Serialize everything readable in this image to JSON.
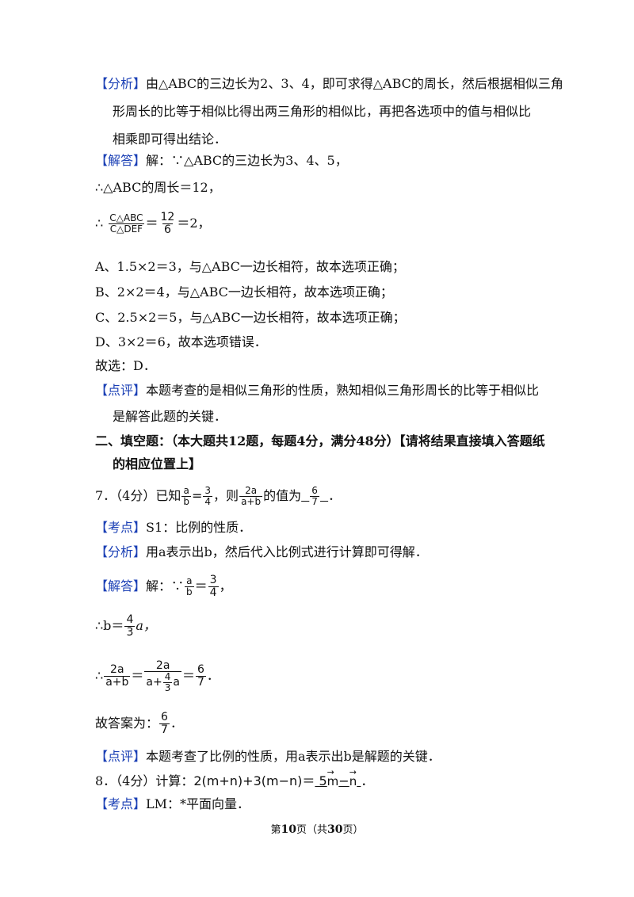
{
  "lines": {
    "l1_tag": "【分析】",
    "l1_text": "由△ABC的三边长为2、3、4，即可求得△ABC的周长，然后根据相似三角",
    "l2_text": "形周长的比等于相似比得出两三角形的相似比，再把各选项中的值与相似比",
    "l3_text": "相乘即可得出结论．",
    "l4_tag": "【解答】",
    "l4_text": "解：∵△ABC的三边长为3、4、5，",
    "l5_text": "∴△ABC的周长＝12，",
    "l6_pre": "∴",
    "l6_num": "C△ABC",
    "l6_den": "C△DEF",
    "l6_eq": "＝",
    "l6_num2": "12",
    "l6_den2": "6",
    "l6_post": "＝2，",
    "lA": "A、1.5×2＝3，与△ABC一边长相符，故本选项正确；",
    "lB": "B、2×2＝4，与△ABC一边长相符，故本选项正确；",
    "lC": "C、2.5×2＝5，与△ABC一边长相符，故本选项正确；",
    "lD": "D、3×2＝6，故本选项错误．",
    "lSel": "故选：D．",
    "l8_tag": "【点评】",
    "l8_text": "本题考查的是相似三角形的性质，熟知相似三角形周长的比等于相似比",
    "l9_text": "是解答此题的关键．",
    "sec_title1": "二、填空题：（本大题共12题，每题4分，满分48分）【请将结果直接填入答题纸",
    "sec_title2": "的相应位置上】",
    "q7_pre": "7．（4分）已知",
    "q7_f1n": "a",
    "q7_f1d": "b",
    "q7_eq": "=",
    "q7_f2n": "3",
    "q7_f2d": "4",
    "q7_mid": "，则",
    "q7_f3n": "2a",
    "q7_f3d": "a+b",
    "q7_post": "的值为",
    "q7_an": "6",
    "q7_ad": "7",
    "q7_end": "．",
    "kd_tag": "【考点】",
    "kd_text": "S1：比例的性质．",
    "fx_tag": "【分析】",
    "fx_text": "用a表示出b，然后代入比例式进行计算即可得解．",
    "jd_tag": "【解答】",
    "jd_text": "解：∵",
    "jd_fn": "a",
    "jd_fd": "b",
    "jd_eq": "＝",
    "jd_f2n": "3",
    "jd_f2d": "4",
    "jd_end": "，",
    "s2_pre": "∴b＝",
    "s2_fn": "4",
    "s2_fd": "3",
    "s2_post": "a，",
    "s3_pre": "∴",
    "s3_f1n": "2a",
    "s3_f1d": "a+b",
    "s3_eq1": "＝",
    "s3_f2n": "2a",
    "s3_f2d_a": "a+",
    "s3_f2d_n": "4",
    "s3_f2d_d": "3",
    "s3_f2d_b": "a",
    "s3_eq2": "＝",
    "s3_f3n": "6",
    "s3_f3d": "7",
    "s3_end": "．",
    "ga_pre": "故答案为：",
    "ga_n": "6",
    "ga_d": "7",
    "ga_end": "．",
    "dp_tag": "【点评】",
    "dp_text": "本题考查了比例的性质，用a表示出b是解题的关键．",
    "q8_pre": "8．（4分）计算：",
    "q8_expr": "2(m+n)+3(m−n)＝",
    "q8_ans_a": "5",
    "q8_ans_m": "m",
    "q8_ans_minus": "−",
    "q8_ans_n": "n",
    "q8_end": "．",
    "kd2_tag": "【考点】",
    "kd2_text": "LM：*平面向量．"
  },
  "footer": {
    "pre": "第",
    "page": "10",
    "mid": "页（共",
    "total": "30",
    "post": "页）"
  }
}
